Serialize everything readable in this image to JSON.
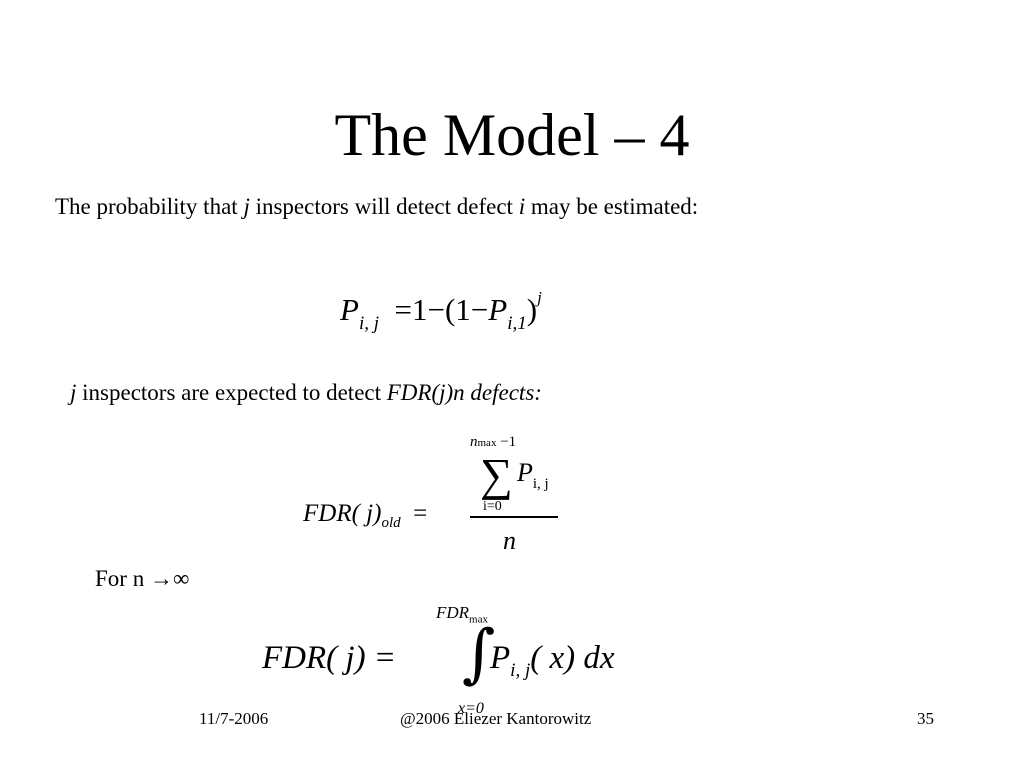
{
  "slide": {
    "title": "The Model – 4",
    "intro": {
      "part1": "The probability that ",
      "j": "j",
      "part2": " inspectors will detect defect ",
      "i": "i",
      "part3": " may be estimated:"
    },
    "equation1": {
      "lhs_symbol": "P",
      "lhs_sub": "i, j",
      "eq_sign": "=",
      "one": "1",
      "minus": "−",
      "open": "(1",
      "minus2": "−",
      "rhs_symbol": "P",
      "rhs_sub": "i,1",
      "close": ")",
      "power": "j"
    },
    "line2": {
      "j": "j",
      "text": " inspectors are expected to detect ",
      "expr": "FDR(j)n defects",
      "colon": ":"
    },
    "equation2": {
      "lhs": "FDR",
      "lhs_arg": "( j)",
      "lhs_sub": "old",
      "eq_sign": "=",
      "sum_upper_n": "n",
      "sum_upper_max": "max",
      "sum_upper_rest": " −1",
      "sum_symbol": "∑",
      "sum_lower": "i=0",
      "summand": "P",
      "summand_sub": "i, j",
      "denominator": "n"
    },
    "for_line": {
      "label": "For  n →∞"
    },
    "equation3": {
      "lhs": "FDR",
      "lhs_arg": "( j) =",
      "integral_symbol": "∫",
      "upper_limit": "FDR",
      "upper_limit_sub": "max",
      "lower_limit": "x=0",
      "integrand": "P",
      "integrand_sub": "i, j",
      "integrand_arg": "( x)",
      "differential": "dx"
    },
    "footer": {
      "date": "11/7-2006",
      "copyright": "@2006 Eliezer Kantorowitz",
      "page": "35"
    }
  }
}
